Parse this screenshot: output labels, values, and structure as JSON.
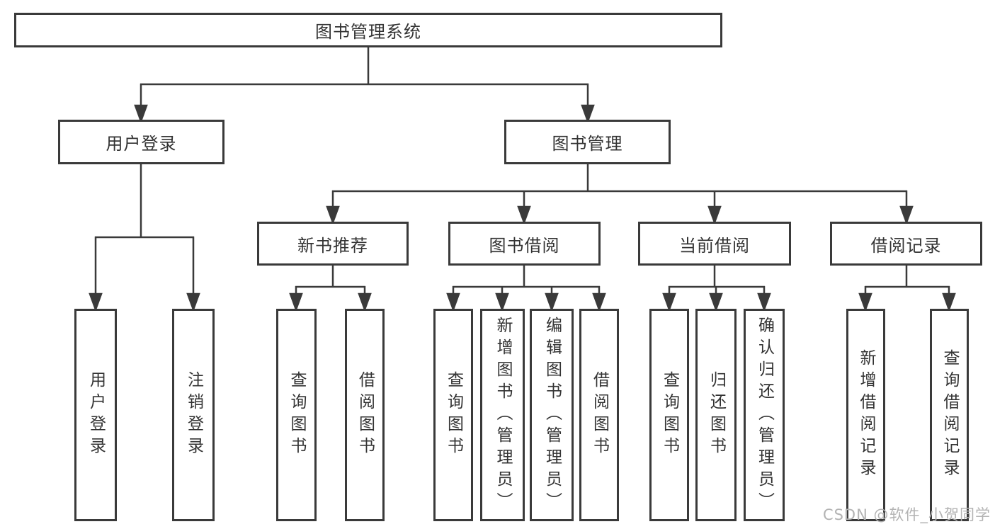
{
  "diagram": {
    "root": {
      "label": "图书管理系统"
    },
    "branches": [
      {
        "label": "用户登录",
        "children": [
          {
            "label": "用户登录"
          },
          {
            "label": "注销登录"
          }
        ]
      },
      {
        "label": "图书管理",
        "children": [
          {
            "label": "新书推荐",
            "children": [
              {
                "label": "查询图书"
              },
              {
                "label": "借阅图书"
              }
            ]
          },
          {
            "label": "图书借阅",
            "children": [
              {
                "label": "查询图书"
              },
              {
                "label": "新增图书（管理员）"
              },
              {
                "label": "编辑图书（管理员）"
              },
              {
                "label": "借阅图书"
              }
            ]
          },
          {
            "label": "当前借阅",
            "children": [
              {
                "label": "查询图书"
              },
              {
                "label": "归还图书"
              },
              {
                "label": "确认归还（管理员）"
              }
            ]
          },
          {
            "label": "借阅记录",
            "children": [
              {
                "label": "新增借阅记录"
              },
              {
                "label": "查询借阅记录"
              }
            ]
          }
        ]
      }
    ]
  },
  "watermark": "CSDN @软件_小贺同学",
  "colors": {
    "line": "#3a3a3a",
    "text": "#333333",
    "watermark": "#b3b3b3",
    "background": "#ffffff"
  }
}
